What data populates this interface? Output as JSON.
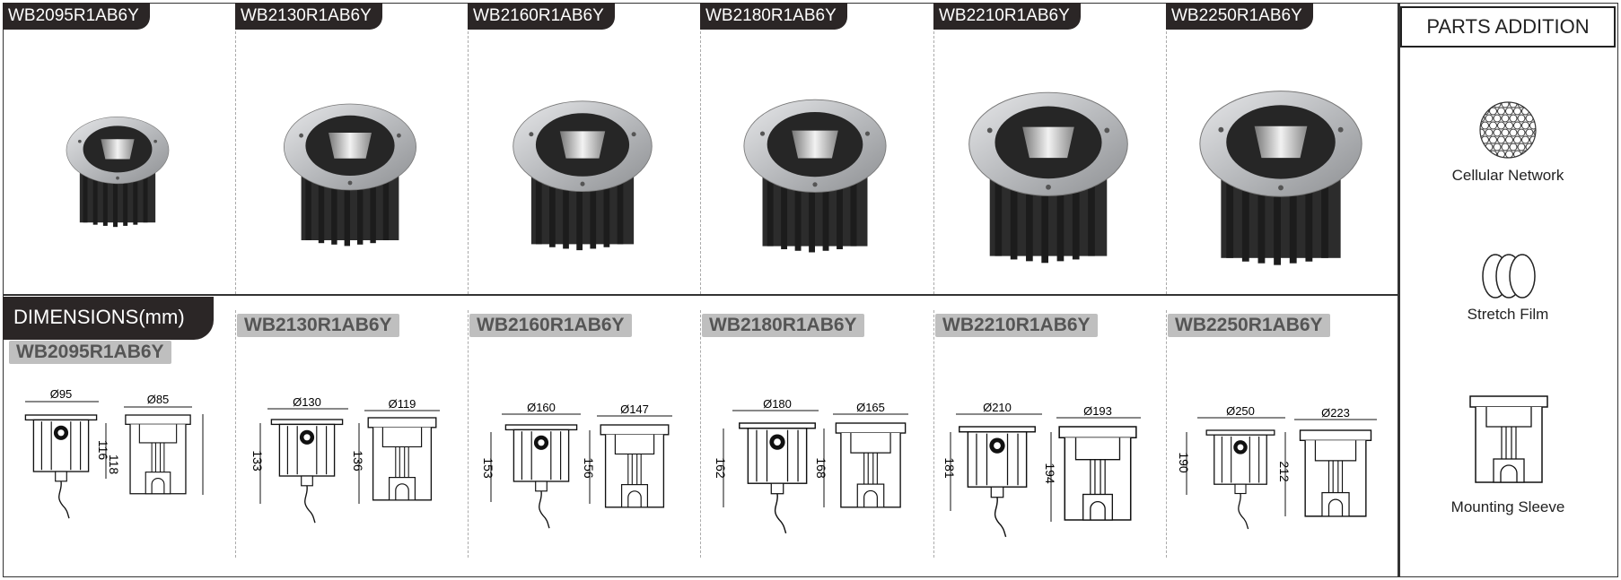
{
  "products": [
    {
      "model": "WB2095R1AB6Y",
      "diameter": "Ø95",
      "sleeve_diameter": "Ø85",
      "height": "116",
      "sleeve_height": "118"
    },
    {
      "model": "WB2130R1AB6Y",
      "diameter": "Ø130",
      "sleeve_diameter": "Ø119",
      "height": "133",
      "sleeve_height": "136"
    },
    {
      "model": "WB2160R1AB6Y",
      "diameter": "Ø160",
      "sleeve_diameter": "Ø147",
      "height": "153",
      "sleeve_height": "156"
    },
    {
      "model": "WB2180R1AB6Y",
      "diameter": "Ø180",
      "sleeve_diameter": "Ø165",
      "height": "162",
      "sleeve_height": "168"
    },
    {
      "model": "WB2210R1AB6Y",
      "diameter": "Ø210",
      "sleeve_diameter": "Ø193",
      "height": "181",
      "sleeve_height": "194"
    },
    {
      "model": "WB2250R1AB6Y",
      "diameter": "Ø250",
      "sleeve_diameter": "Ø223",
      "height": "190",
      "sleeve_height": "212"
    }
  ],
  "dimensions_title": "DIMENSIONS(mm)",
  "parts": {
    "title": "PARTS ADDITION",
    "items": [
      {
        "label": "Cellular Network",
        "icon": "honeycomb-icon"
      },
      {
        "label": "Stretch Film",
        "icon": "film-rings-icon"
      },
      {
        "label": "Mounting Sleeve",
        "icon": "sleeve-icon"
      }
    ]
  },
  "colors": {
    "dark_tag": "#2b2626",
    "gray_tag": "#bfbfbf",
    "steel": "#c8c9cb",
    "housing": "#2a2a2a"
  }
}
